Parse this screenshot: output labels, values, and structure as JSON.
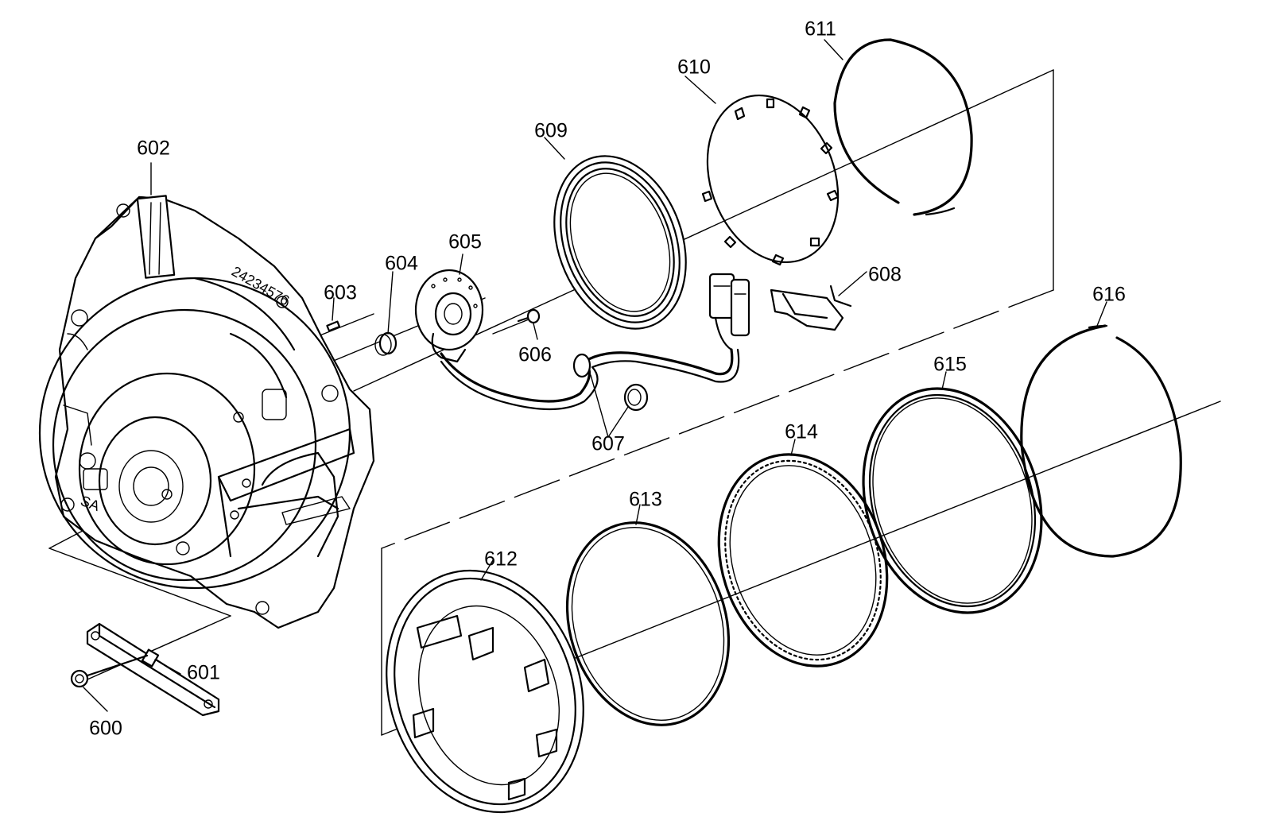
{
  "diagram": {
    "callouts": [
      {
        "id": "600",
        "text": "600"
      },
      {
        "id": "601",
        "text": "601"
      },
      {
        "id": "602",
        "text": "602"
      },
      {
        "id": "603",
        "text": "603"
      },
      {
        "id": "604",
        "text": "604"
      },
      {
        "id": "605",
        "text": "605"
      },
      {
        "id": "606",
        "text": "606"
      },
      {
        "id": "607",
        "text": "607"
      },
      {
        "id": "608",
        "text": "608"
      },
      {
        "id": "609",
        "text": "609"
      },
      {
        "id": "610",
        "text": "610"
      },
      {
        "id": "611",
        "text": "611"
      },
      {
        "id": "612",
        "text": "612"
      },
      {
        "id": "613",
        "text": "613"
      },
      {
        "id": "614",
        "text": "614"
      },
      {
        "id": "615",
        "text": "615"
      },
      {
        "id": "616",
        "text": "616"
      }
    ],
    "housing_markings": {
      "part_number": "24234576",
      "logo": "SA"
    }
  }
}
